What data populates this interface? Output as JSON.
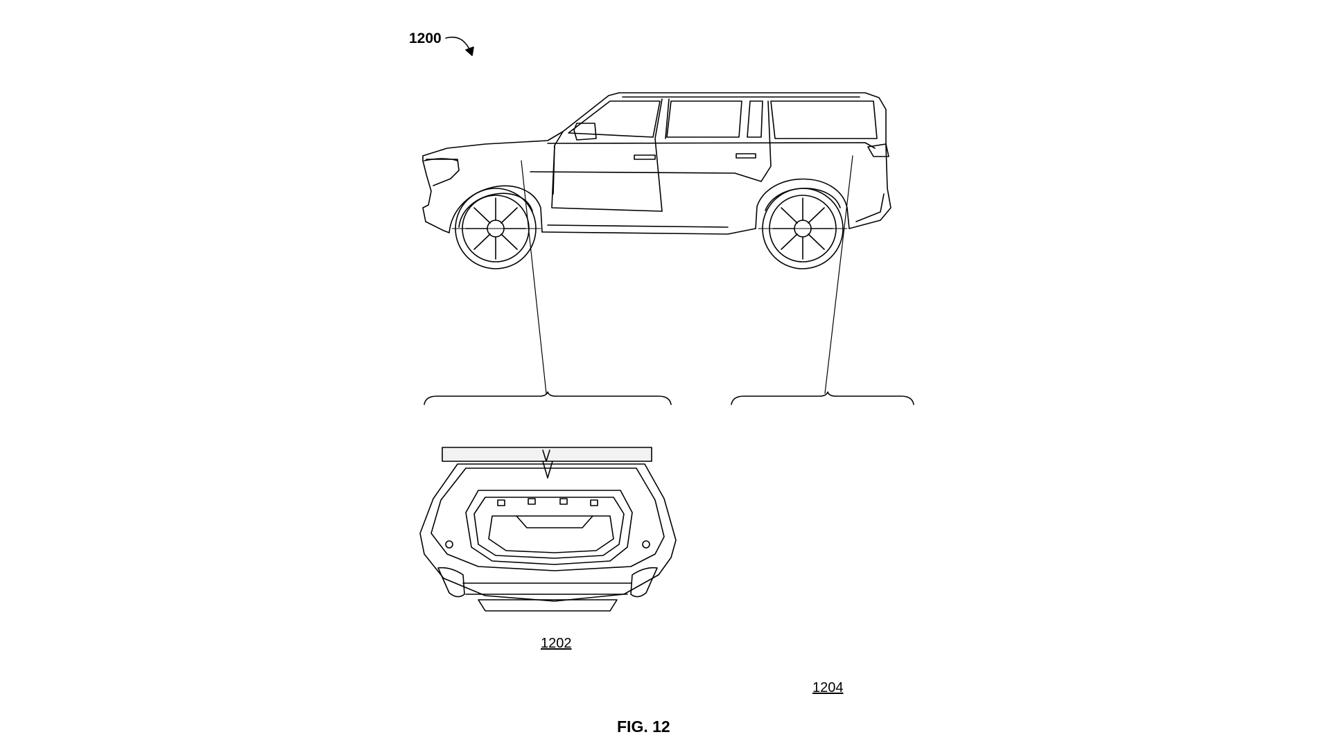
{
  "figure": {
    "reference_numeral": "1200",
    "caption": "FIG. 12"
  },
  "views": [
    {
      "id": "side-view"
    },
    {
      "id": "frunk-view",
      "label": "1202"
    },
    {
      "id": "cargo-view",
      "label": "1204"
    }
  ],
  "colors": {
    "line": "#000000",
    "background": "#ffffff",
    "shade": "#f2f2f2"
  }
}
